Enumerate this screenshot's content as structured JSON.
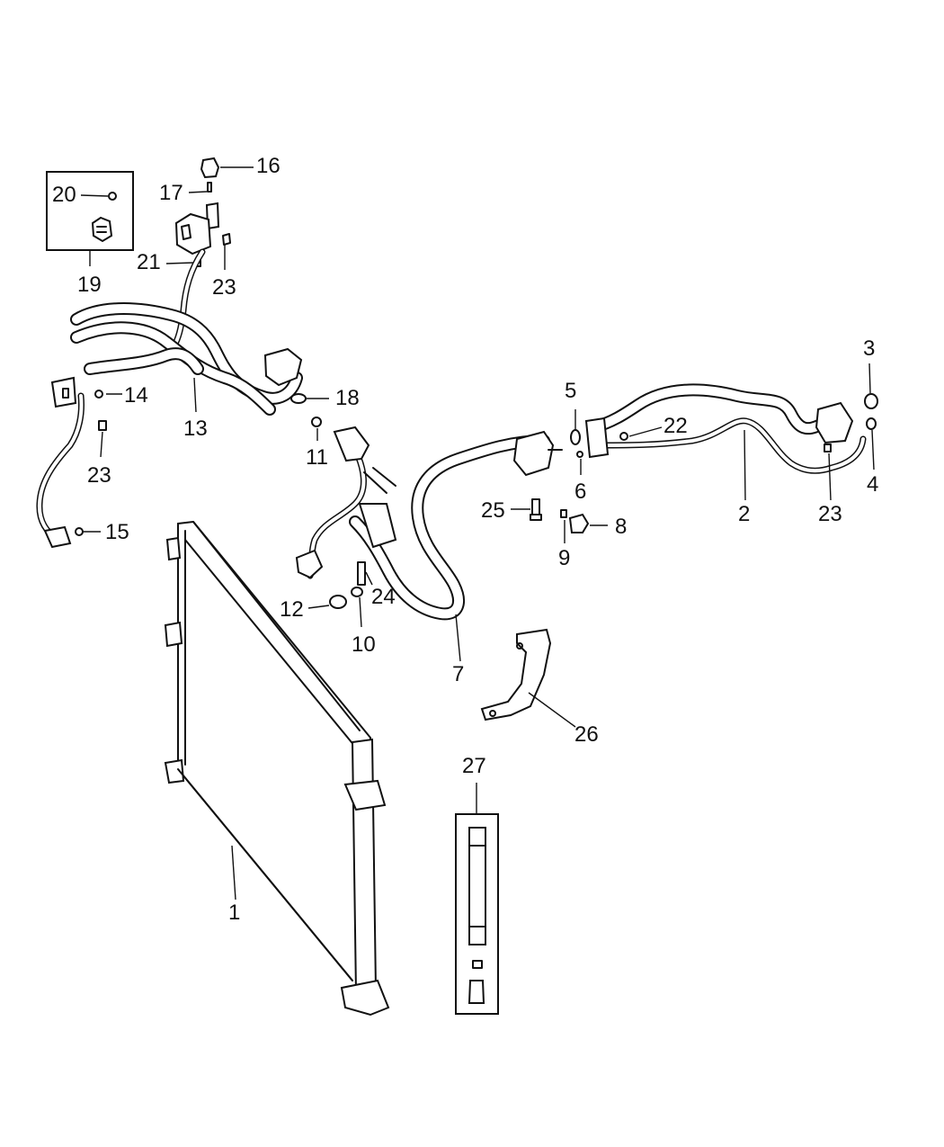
{
  "callouts": {
    "c1": "1",
    "c2": "2",
    "c3": "3",
    "c4": "4",
    "c5": "5",
    "c6": "6",
    "c7": "7",
    "c8": "8",
    "c9": "9",
    "c10": "10",
    "c11": "11",
    "c12": "12",
    "c13": "13",
    "c14": "14",
    "c15": "15",
    "c16": "16",
    "c17": "17",
    "c18": "18",
    "c19": "19",
    "c20": "20",
    "c21": "21",
    "c22": "22",
    "c23a": "23",
    "c23b": "23",
    "c23c": "23",
    "c24": "24",
    "c25": "25",
    "c26": "26",
    "c27": "27"
  }
}
